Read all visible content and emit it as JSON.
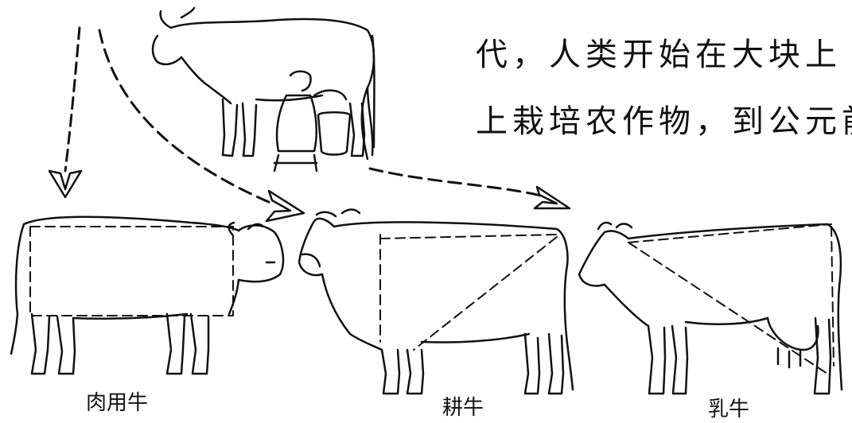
{
  "text": {
    "line1": "代，人类开始在大块上",
    "line2": "上栽培农作物，到公元前"
  },
  "labels": {
    "beef": "肉用牛",
    "draft": "耕牛",
    "dairy": "乳牛"
  },
  "colors": {
    "ink": "#111111",
    "paper": "#ffffff"
  }
}
